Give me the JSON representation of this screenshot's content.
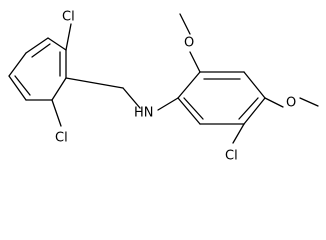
{
  "molecule": {
    "atom_labels": {
      "cl_top_left": "Cl",
      "cl_bottom_left": "Cl",
      "nh": "HN",
      "cl_right": "Cl",
      "o_top": "O",
      "o_right": "O"
    }
  }
}
